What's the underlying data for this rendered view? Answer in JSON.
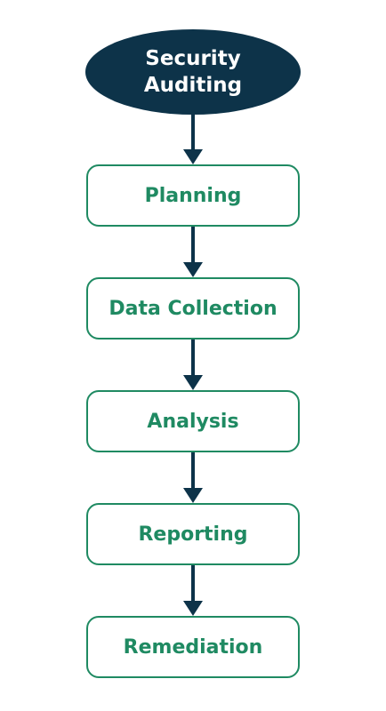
{
  "flowchart": {
    "start": {
      "label": "Security\nAuditing"
    },
    "steps": [
      {
        "label": "Planning"
      },
      {
        "label": "Data Collection"
      },
      {
        "label": "Analysis"
      },
      {
        "label": "Reporting"
      },
      {
        "label": "Remediation"
      }
    ]
  },
  "colors": {
    "start_fill": "#0d3349",
    "start_text": "#ffffff",
    "step_border": "#1f8a62",
    "step_text": "#1f8a62",
    "arrow": "#0d3349",
    "background": "#ffffff"
  }
}
